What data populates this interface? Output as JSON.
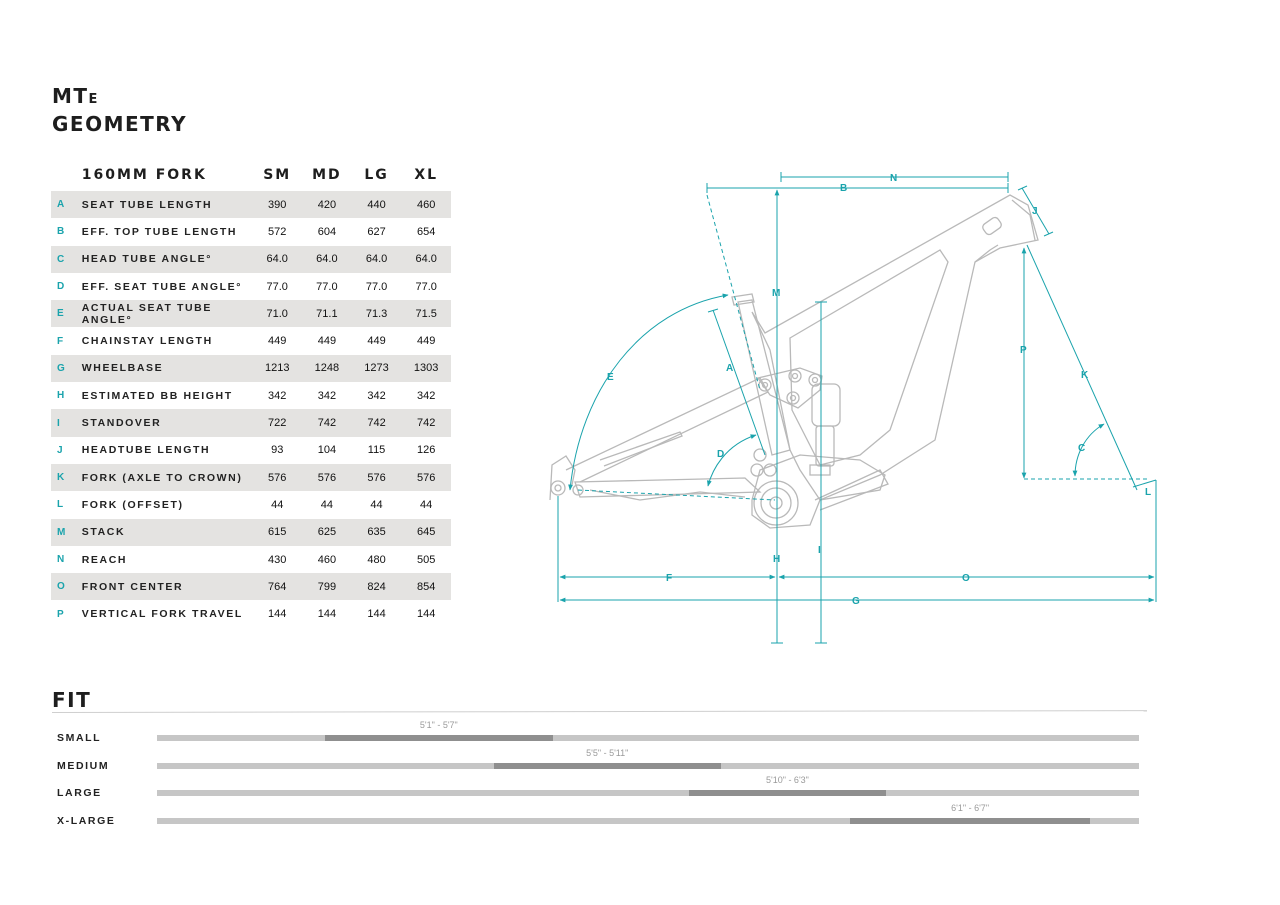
{
  "header": {
    "title_main": "MT",
    "title_sub": "E",
    "title_line2": "GEOMETRY"
  },
  "table": {
    "fork_label": "160MM FORK",
    "sizes": [
      "SM",
      "MD",
      "LG",
      "XL"
    ],
    "rows": [
      {
        "letter": "A",
        "label": "SEAT TUBE LENGTH",
        "values": [
          "390",
          "420",
          "440",
          "460"
        ]
      },
      {
        "letter": "B",
        "label": "EFF. TOP TUBE LENGTH",
        "values": [
          "572",
          "604",
          "627",
          "654"
        ]
      },
      {
        "letter": "C",
        "label": "HEAD TUBE ANGLE°",
        "values": [
          "64.0",
          "64.0",
          "64.0",
          "64.0"
        ]
      },
      {
        "letter": "D",
        "label": "EFF. SEAT TUBE ANGLE°",
        "values": [
          "77.0",
          "77.0",
          "77.0",
          "77.0"
        ]
      },
      {
        "letter": "E",
        "label": "ACTUAL SEAT TUBE ANGLE°",
        "values": [
          "71.0",
          "71.1",
          "71.3",
          "71.5"
        ]
      },
      {
        "letter": "F",
        "label": "CHAINSTAY LENGTH",
        "values": [
          "449",
          "449",
          "449",
          "449"
        ]
      },
      {
        "letter": "G",
        "label": "WHEELBASE",
        "values": [
          "1213",
          "1248",
          "1273",
          "1303"
        ]
      },
      {
        "letter": "H",
        "label": "ESTIMATED BB HEIGHT",
        "values": [
          "342",
          "342",
          "342",
          "342"
        ]
      },
      {
        "letter": "I",
        "label": "STANDOVER",
        "values": [
          "722",
          "742",
          "742",
          "742"
        ]
      },
      {
        "letter": "J",
        "label": "HEADTUBE LENGTH",
        "values": [
          "93",
          "104",
          "115",
          "126"
        ]
      },
      {
        "letter": "K",
        "label": "FORK (AXLE TO CROWN)",
        "values": [
          "576",
          "576",
          "576",
          "576"
        ]
      },
      {
        "letter": "L",
        "label": "FORK (OFFSET)",
        "values": [
          "44",
          "44",
          "44",
          "44"
        ]
      },
      {
        "letter": "M",
        "label": "STACK",
        "values": [
          "615",
          "625",
          "635",
          "645"
        ]
      },
      {
        "letter": "N",
        "label": "REACH",
        "values": [
          "430",
          "460",
          "480",
          "505"
        ]
      },
      {
        "letter": "O",
        "label": "FRONT CENTER",
        "values": [
          "764",
          "799",
          "824",
          "854"
        ]
      },
      {
        "letter": "P",
        "label": "VERTICAL FORK TRAVEL",
        "values": [
          "144",
          "144",
          "144",
          "144"
        ]
      }
    ]
  },
  "diagram": {
    "labels": [
      "A",
      "B",
      "C",
      "D",
      "E",
      "F",
      "G",
      "H",
      "I",
      "J",
      "K",
      "L",
      "M",
      "N",
      "O",
      "P"
    ]
  },
  "fit": {
    "title": "FIT",
    "rows": [
      {
        "label": "SMALL",
        "range": "5'1\" - 5'7\"",
        "start": 0.171,
        "end": 0.403
      },
      {
        "label": "MEDIUM",
        "range": "5'5\" - 5'11\"",
        "start": 0.343,
        "end": 0.574
      },
      {
        "label": "LARGE",
        "range": "5'10\" - 6'3\"",
        "start": 0.542,
        "end": 0.742
      },
      {
        "label": "X-LARGE",
        "range": "6'1\" - 6'7\"",
        "start": 0.706,
        "end": 0.95
      }
    ]
  },
  "colors": {
    "accent": "#1aa3ac",
    "shade": "#e4e3e1",
    "track": "#c6c6c6",
    "range": "#8f8f8f"
  }
}
